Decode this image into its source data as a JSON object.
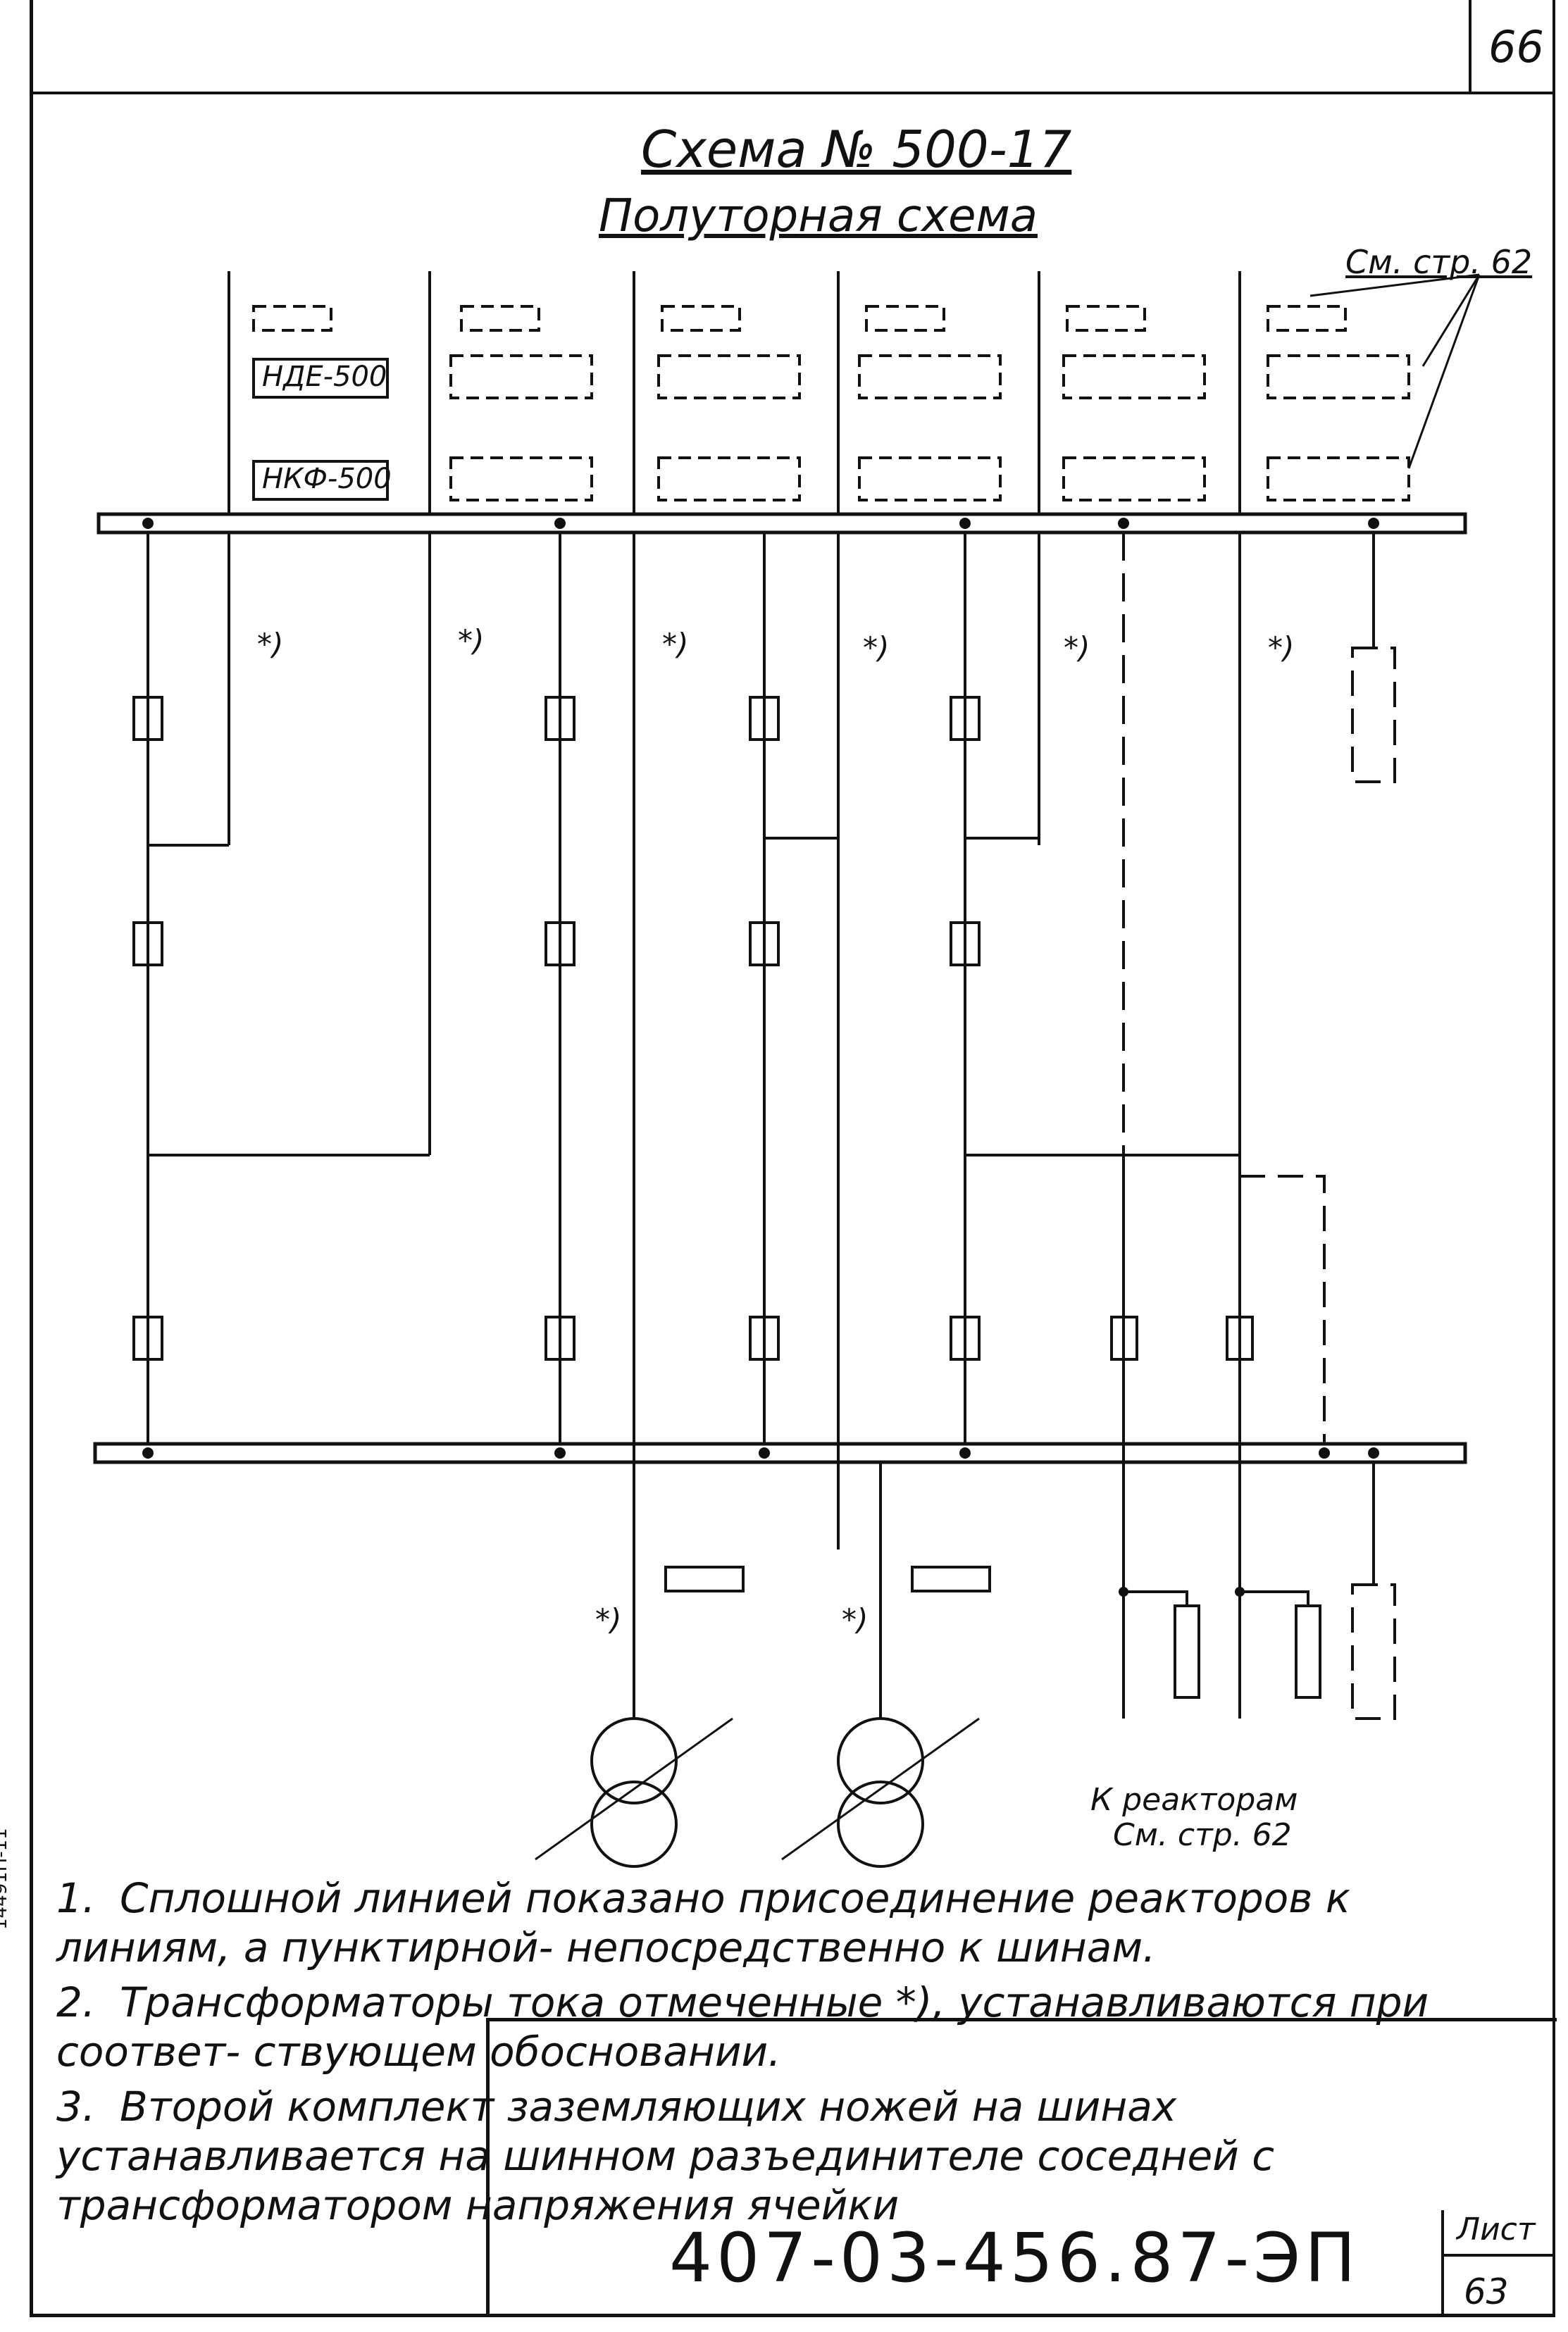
{
  "page_number": "66",
  "title": "Схема  № 500-17",
  "subtitle": "Полуторная  схема",
  "reference": "См. стр. 62",
  "device_labels": {
    "nde": "НДЕ-500",
    "nkf": "НКФ-500",
    "ct_mark": "*)"
  },
  "reactor_note": {
    "line1": "К реакторам",
    "line2": "См. стр. 62"
  },
  "notes": [
    {
      "num": "1.",
      "text": "Сплошной линией показано присоединение реакторов к линиям, а пунктирной- непосредственно к шинам."
    },
    {
      "num": "2.",
      "text": "Трансформаторы тока отмеченные *), устанавливаются при соответ- ствующем обосновании."
    },
    {
      "num": "3.",
      "text": "Второй комплект заземляющих ножей на шинах устанавливается на шинном разъединителе соседней с трансформатором напряжения ячейки"
    }
  ],
  "stamp": {
    "doc_number": "407-03-456.87-ЭП",
    "sheet_label": "Лист",
    "sheet_number": "63"
  },
  "side_code": "14491П-11"
}
